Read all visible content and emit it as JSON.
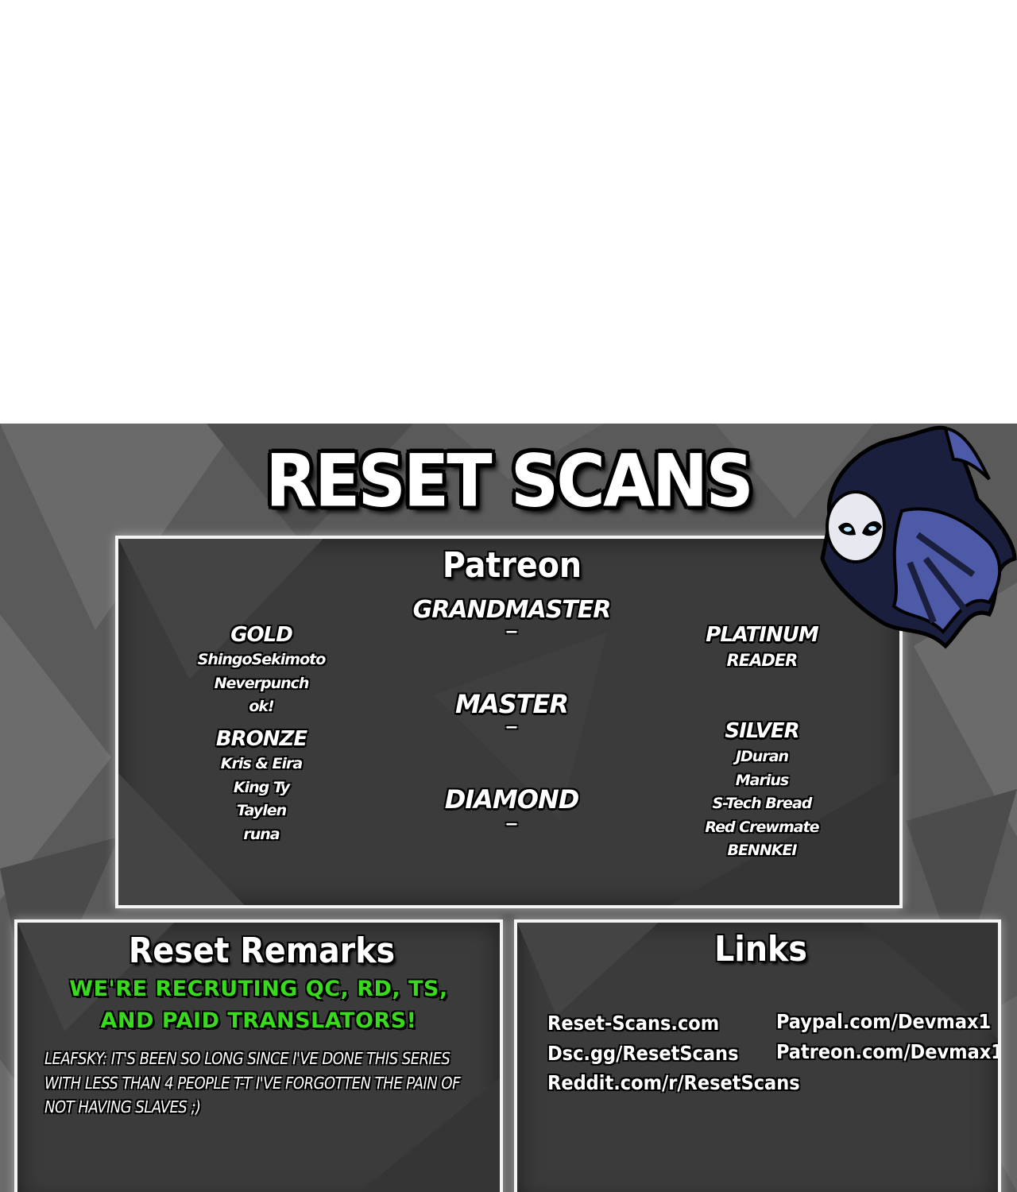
{
  "banner": {
    "title": "RESET SCANS",
    "colors": {
      "background": "#5a5a5a",
      "panel": "#3b3b3b",
      "border": "#f4f4f4",
      "recruit_green": "#39d91e",
      "mascot_cloak": "#4c5aa8"
    }
  },
  "patreon": {
    "heading": "Patreon",
    "grandmaster": {
      "label": "GRANDMASTER",
      "members": "–"
    },
    "master": {
      "label": "MASTER",
      "members": "–"
    },
    "diamond": {
      "label": "DIAMOND",
      "members": "–"
    },
    "gold": {
      "label": "GOLD",
      "members": [
        "ShingoSekimoto",
        "Neverpunch",
        "ok!"
      ]
    },
    "bronze": {
      "label": "BRONZE",
      "members": [
        "Kris & Eira",
        "King Ty",
        "Taylen",
        "runa"
      ]
    },
    "platinum": {
      "label": "PLATINUM",
      "members": [
        "READER"
      ]
    },
    "silver": {
      "label": "SILVER",
      "members": [
        "JDuran",
        "Marius",
        "S-Tech Bread",
        "Red Crewmate",
        "BENNKEI"
      ]
    }
  },
  "remarks": {
    "heading": "Reset Remarks",
    "recruit_line1": "WE'RE RECRUTING QC, RD, TS,",
    "recruit_line2": "AND PAID TRANSLATORS!",
    "note": "LEAFSKY: IT'S BEEN SO LONG SINCE I'VE DONE THIS SERIES WITH LESS THAN 4 PEOPLE T-T I'VE FORGOTTEN THE PAIN OF NOT HAVING SLAVES ;)"
  },
  "links": {
    "heading": "Links",
    "left": [
      "Reset-Scans.com",
      "Dsc.gg/ResetScans",
      "Reddit.com/r/ResetScans"
    ],
    "right": [
      "Paypal.com/Devmax1",
      "Patreon.com/Devmax1"
    ]
  }
}
